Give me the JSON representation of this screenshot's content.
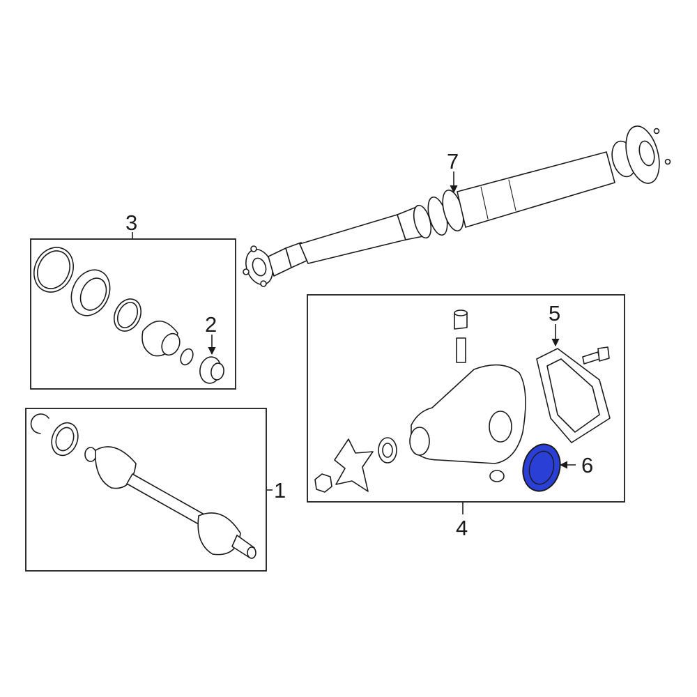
{
  "diagram": {
    "callouts": [
      {
        "id": "c1",
        "label": "1"
      },
      {
        "id": "c2",
        "label": "2"
      },
      {
        "id": "c3",
        "label": "3"
      },
      {
        "id": "c4",
        "label": "4"
      },
      {
        "id": "c5",
        "label": "5"
      },
      {
        "id": "c6",
        "label": "6"
      },
      {
        "id": "c7",
        "label": "7"
      }
    ],
    "highlight_color": "#2a3fd6"
  }
}
